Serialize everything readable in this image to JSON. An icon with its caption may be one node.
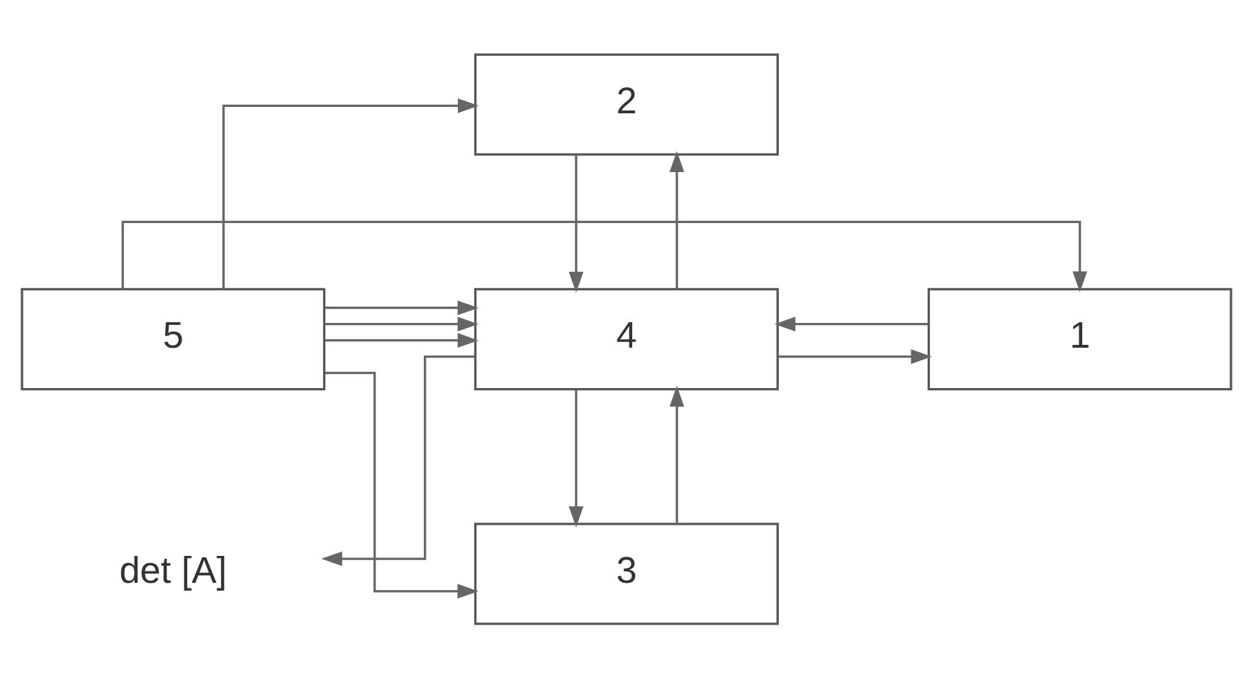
{
  "diagram": {
    "nodes": [
      {
        "text": [
          "2"
        ]
      },
      {
        "text": [
          "1"
        ]
      },
      {
        "text": [
          "4"
        ]
      },
      {
        "text": [
          "5"
        ]
      },
      {
        "text": [
          "det [A]"
        ]
      },
      {
        "text": [
          "3"
        ]
      }
    ],
    "edges": [
      {
        "from": 3,
        "to": 0,
        "arrow": "to"
      },
      {
        "from": 3,
        "to": 1,
        "arrow": "to"
      },
      {
        "from": 0,
        "to": 2,
        "arrow": "to"
      },
      {
        "from": 2,
        "to": 0,
        "arrow": "to"
      },
      {
        "from": 1,
        "to": 2,
        "arrow": "to"
      },
      {
        "from": 2,
        "to": 1,
        "arrow": "to"
      },
      {
        "from": 3,
        "to": 2,
        "arrow": "to"
      },
      {
        "from": 3,
        "to": 2,
        "arrow": "to"
      },
      {
        "from": 3,
        "to": 2,
        "arrow": "to"
      },
      {
        "from": 2,
        "to": 4,
        "arrow": "to"
      },
      {
        "from": 5,
        "to": 2,
        "arrow": "to"
      },
      {
        "from": 2,
        "to": 5,
        "arrow": "to"
      },
      {
        "from": 3,
        "to": 5,
        "arrow": "to"
      }
    ]
  }
}
